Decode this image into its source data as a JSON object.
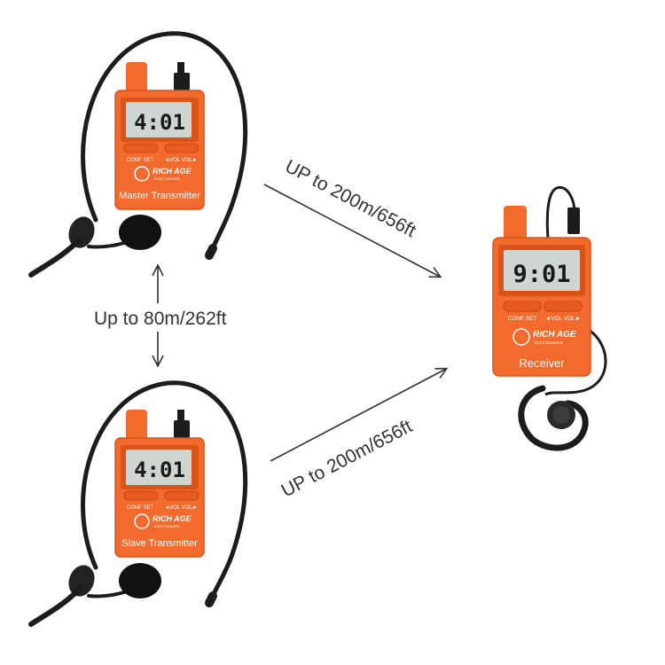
{
  "colors": {
    "device_orange": "#f26a2e",
    "device_dark_orange": "#d95418",
    "lcd_bg": "#cfd6d2",
    "cable": "#1c1c1c",
    "arrow": "#333333"
  },
  "devices": {
    "master": {
      "label": "Master Transmitter",
      "display": "4:01",
      "left_buttons": "CONF SET",
      "right_buttons": "◄VOL   VOL►",
      "brand": "RICH AGE",
      "brand_sub": "ELECTRONICS"
    },
    "slave": {
      "label": "Slave Transmitter",
      "display": "4:01",
      "left_buttons": "CONF SET",
      "right_buttons": "◄VOL   VOL►",
      "brand": "RICH AGE",
      "brand_sub": "ELECTRONICS"
    },
    "receiver": {
      "label": "Receiver",
      "display": "9:01",
      "left_buttons": "CONF SET",
      "right_buttons": "◄VOL   VOL►",
      "brand": "RICH AGE",
      "brand_sub": "ELECTRONICS"
    }
  },
  "ranges": {
    "transmitter_to_transmitter": "Up to 80m/262ft",
    "master_to_receiver": "UP to 200m/656ft",
    "slave_to_receiver": "UP to 200m/656ft"
  },
  "icons": {
    "vertical_arrow": "double-arrow-icon",
    "headset": "headset-microphone-icon",
    "earhook": "earhook-earphone-icon"
  }
}
